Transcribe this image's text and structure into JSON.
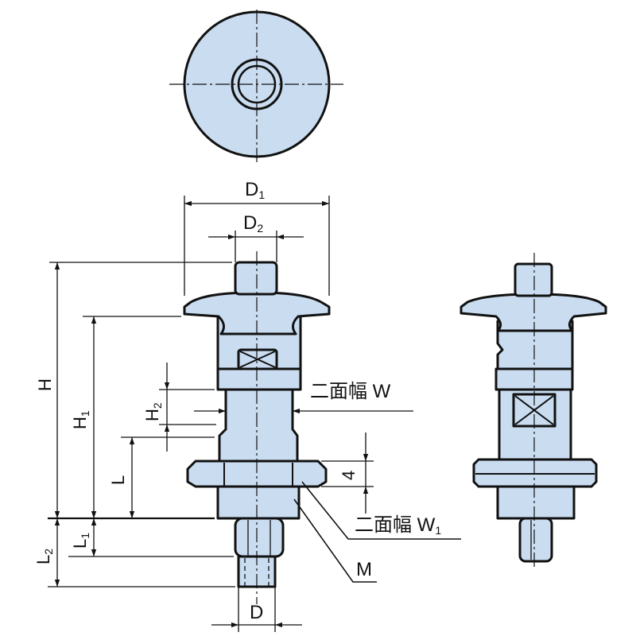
{
  "labels": {
    "D1": {
      "main": "D",
      "sub": "1"
    },
    "D2": {
      "main": "D",
      "sub": "2"
    },
    "D": {
      "main": "D",
      "sub": ""
    },
    "H": {
      "main": "H",
      "sub": ""
    },
    "H1": {
      "main": "H",
      "sub": "1"
    },
    "H2": {
      "main": "H",
      "sub": "2"
    },
    "L": {
      "main": "L",
      "sub": ""
    },
    "L1": {
      "main": "L",
      "sub": "1"
    },
    "L2": {
      "main": "L",
      "sub": "2"
    },
    "W": {
      "main": "二面幅 W",
      "sub": ""
    },
    "W1": {
      "main": "二面幅 W",
      "sub": "1"
    },
    "M": {
      "main": "M",
      "sub": ""
    },
    "four": {
      "main": "4",
      "sub": ""
    }
  },
  "colors": {
    "part_fill": "#c9dcf0",
    "line": "#111111",
    "background": "#ffffff"
  }
}
